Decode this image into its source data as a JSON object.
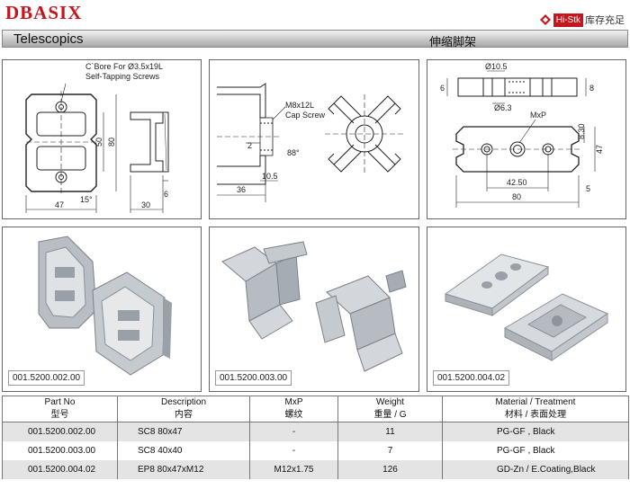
{
  "header": {
    "brand": "DBASIX",
    "badge_tag": "Hi-Stk",
    "badge_text": "库存充足",
    "title_en": "Telescopics",
    "title_cn": "伸缩脚架"
  },
  "drawings": {
    "d1": {
      "bore_label_line1": "C`Bore For Ø3.5x19L",
      "bore_label_line2": "Self-Tapping Screws",
      "dim_47": "47",
      "dim_50": "50",
      "dim_80": "80",
      "dim_30": "30",
      "dim_6": "6",
      "dim_15": "15°"
    },
    "d2": {
      "screw_label_line1": "M8x12L",
      "screw_label_line2": "Cap Screw",
      "dim_2": "2",
      "dim_36": "36",
      "dim_10_5": "10.5",
      "dim_88": "88°"
    },
    "d3": {
      "dim_d10_5": "Ø10.5",
      "dim_d6_3": "Ø6.3",
      "dim_6": "6",
      "dim_8": "8",
      "dim_mxp": "MxP",
      "dim_8_30": "8.30",
      "dim_47": "47",
      "dim_42_50": "42.50",
      "dim_80": "80",
      "dim_5": "5"
    }
  },
  "photos": [
    {
      "part_no": "001.5200.002.00"
    },
    {
      "part_no": "001.5200.003.00"
    },
    {
      "part_no": "001.5200.004.02"
    }
  ],
  "table": {
    "headers_en": [
      "Part No",
      "Description",
      "MxP",
      "Weight",
      "Material / Treatment"
    ],
    "headers_cn": [
      "型号",
      "内容",
      "螺纹",
      "重量 / G",
      "材料 / 表面处理"
    ],
    "rows": [
      {
        "part_no": "001.5200.002.00",
        "description": "SC8 80x47",
        "mxp": "-",
        "weight": "11",
        "material": "PG-GF , Black"
      },
      {
        "part_no": "001.5200.003.00",
        "description": "SC8 40x40",
        "mxp": "-",
        "weight": "7",
        "material": "PG-GF , Black"
      },
      {
        "part_no": "001.5200.004.02",
        "description": "EP8 80x47xM12",
        "mxp": "M12x1.75",
        "weight": "126",
        "material": "GD-Zn / E.Coating,Black"
      }
    ]
  },
  "colors": {
    "brand_red": "#c4161c",
    "row_shade": "#e4e4e4",
    "part_gray": "#c8ccd0"
  }
}
